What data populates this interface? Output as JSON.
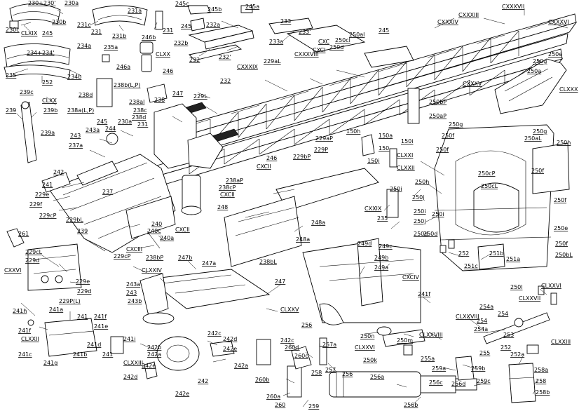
{
  "labels": {
    "l230_230p": "230+230'",
    "l230a": "230a",
    "l230b": "230b",
    "l230c": "230c",
    "lCLXIX_top": "CLXIX",
    "l245_a": "245",
    "l231a": "231a",
    "l231c": "231c",
    "l231": "231",
    "l231b": "231b",
    "l231_b": "231",
    "l245c": "245c",
    "l245b": "245b",
    "l245a": "245a",
    "l245_b": "245",
    "l233": "233",
    "l233p": "233'",
    "l233a": "233a",
    "l232a": "232a",
    "l232b": "232b",
    "l232": "232",
    "l232p": "232'",
    "l234a": "234a",
    "l234_234p": "234+234'",
    "l234b": "234b",
    "l235": "235",
    "l252_a": "252",
    "l235a": "235a",
    "l246b": "246b",
    "lCLXX_a": "CLXX",
    "l246a": "246a",
    "l246": "246",
    "lCXXXIII": "CXXXIII",
    "lCXXXIV": "CXXXIV",
    "lCXXXVII": "CXXXVII",
    "lCXXXVI": "CXXXVI",
    "lCXC": "CXC",
    "l250al_a": "250al",
    "l245_c": "245",
    "lCXCI": "CXCI",
    "l250d_a": "250d",
    "l250cl": "250cl",
    "lCXXXVIII": "CXXXVIII",
    "l229aL": "229aL",
    "lCXXXIX": "CXXXIX",
    "l250g": "250g",
    "l250e_a": "250e",
    "l250a": "250a",
    "lCLXXX": "CLXXX",
    "l232_b": "232",
    "lCXXXV": "CXXXV",
    "l239c": "239c",
    "lCLXX_b": "CLXX",
    "l239b": "239b",
    "l239": "239",
    "l238d_a": "238d",
    "l238bLP": "238b(L,P)",
    "l238aLP": "238a(L,P)",
    "l238": "238",
    "l247": "247",
    "l229L": "229L",
    "l238al": "238al",
    "l238c": "238c",
    "l238d_b": "238d",
    "l250bP": "250bP",
    "l250aP": "250aP",
    "l239a": "239a",
    "l243": "243",
    "l243a": "243a",
    "l245_d": "245",
    "l244": "244",
    "l230a_b": "230a",
    "l231_c": "231",
    "l237a": "237a",
    "l229aP": "229aP",
    "l229bP": "229bP",
    "l229P": "229P",
    "l150h": "150h",
    "l150a": "150a",
    "l150": "150",
    "l150i": "150i",
    "lCLXXI": "CLXXI",
    "l150j": "150j",
    "lCLXXII": "CLXXII",
    "l250g_b": "250g",
    "l250aL": "250aL",
    "l250h": "250h",
    "l250f_a": "250f",
    "l250f_b": "250f",
    "l250cP": "250cP",
    "l250cL": "250cL",
    "l250h_b": "250h",
    "l250j_a": "250j",
    "l250f_c": "250f",
    "l250f_d": "250f",
    "l250e_b": "250e",
    "l250d_b": "250d",
    "l250f_e": "250f",
    "l250bL": "250bL",
    "l246_b": "246",
    "lCXCII_a": "CXCII",
    "l238aP": "238aP",
    "l238cP": "238cP",
    "lCXCII_b": "CXCII",
    "l242": "242",
    "l241": "241",
    "l229e": "229e",
    "l229f": "229f",
    "l229cP": "229cP",
    "l229bL": "229bL",
    "l237": "237",
    "l248": "248",
    "l248a": "248a",
    "l240": "240",
    "l240c": "240c",
    "l240a": "240a",
    "lCXCII_c": "CXCII",
    "l239_b": "239",
    "l261": "261",
    "lCXXVI": "CXXVI",
    "l229cL": "229cL",
    "l229d_a": "229d",
    "l229e_b": "229e",
    "l229d_b": "229d",
    "l229PL": "229P(L)",
    "lCXCIII": "CXCIII",
    "l229cP_b": "229cP",
    "l250i_a": "250i",
    "lCXXIX": "CXXIX",
    "l250i_b": "250i",
    "l235_b": "235",
    "l250j_b": "250j",
    "l250i_c": "250i",
    "l250d_c": "250d",
    "l248a_b": "248a",
    "l249d": "249d",
    "l249c": "249c",
    "l249b": "249b",
    "l249a": "249a",
    "lCXCIV": "CXCIV",
    "l241f_a": "241f",
    "l252_b": "252",
    "l251c": "251c",
    "l251b": "251b",
    "l251a": "251a",
    "l250l": "250l",
    "lCLXXIV": "CLXXIV",
    "l238bP": "238bP",
    "l247b": "247b",
    "l247a": "247a",
    "l238bL": "238bL",
    "l243a_b": "243a",
    "l243_b": "243",
    "l243b": "243b",
    "l247_b": "247",
    "lCLXXV": "CLXXV",
    "l256_a": "256",
    "lCLXXVI": "CLXXVI",
    "lCLXXVII": "CLXXVII",
    "l254a": "254a",
    "lCLXXVIII_a": "CLXXVIII",
    "l253": "253",
    "l254_a": "254",
    "l254a_b": "254a",
    "l254": "254",
    "lCLXXIII": "CLXXIII",
    "l241h": "241h",
    "l241f_b": "241f",
    "lCLXXII_b": "CLXXII",
    "l241a": "241a",
    "l241_b": "241",
    "l241f_c": "241f",
    "l241e": "241e",
    "l241d": "241d",
    "l241c": "241c",
    "l241g": "241g",
    "l241b": "241b",
    "l241i": "241i",
    "l241_c": "241",
    "l242b": "242b",
    "l242a": "242a",
    "l242c": "242c",
    "l242d": "242d",
    "l242e": "242e",
    "l242e_b": "242e",
    "l242a_b": "242a",
    "lCLXXIII_b": "CLXXIII",
    "l242d_b": "242d",
    "l242_b": "242",
    "l242e_c": "242e",
    "l242c_b": "242c",
    "l260d": "260d",
    "l260c": "260c",
    "l257a": "257a",
    "l250n": "250n",
    "lCLXXVI_b": "CLXXVI",
    "l250m": "250m",
    "l250k": "250k",
    "lCLXXVIII_b": "CLXXVIII",
    "l255": "255",
    "l255a": "255a",
    "l252_c": "252",
    "l252a": "252a",
    "l258": "258",
    "l257": "257",
    "l256_b": "256",
    "l256a": "256a",
    "l256c": "256c",
    "l256d": "256d",
    "l259a": "259a",
    "l259c": "259c",
    "l259b": "259b",
    "l258a": "258a",
    "l258_b": "258",
    "l258b": "258b",
    "l260b": "260b",
    "l260a": "260a",
    "l260": "260",
    "l259": "259",
    "l256b": "256b"
  }
}
